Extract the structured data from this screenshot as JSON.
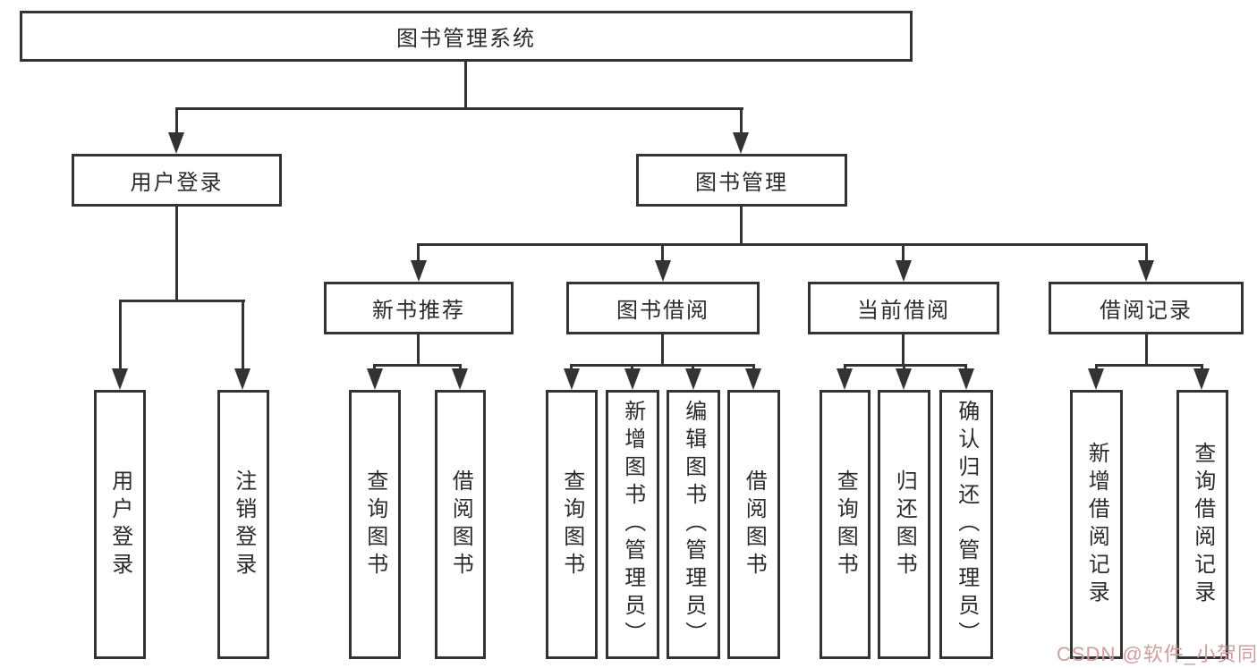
{
  "diagram": {
    "root": {
      "label": "图书管理系统"
    },
    "level1": [
      {
        "label": "用户登录"
      },
      {
        "label": "图书管理"
      }
    ],
    "level2": [
      {
        "label": "新书推荐"
      },
      {
        "label": "图书借阅"
      },
      {
        "label": "当前借阅"
      },
      {
        "label": "借阅记录"
      }
    ],
    "leaves": {
      "user_login": [
        "用户登录",
        "注销登录"
      ],
      "new_book": [
        "查询图书",
        "借阅图书"
      ],
      "book_borrow": [
        "查询图书",
        "新增图书（管理员）",
        "编辑图书（管理员）",
        "借阅图书"
      ],
      "current_borrow": [
        "查询图书",
        "归还图书",
        "确认归还（管理员）"
      ],
      "records": [
        "新增借阅记录",
        "查询借阅记录"
      ]
    },
    "watermark": "CSDN @软件_小贺同学",
    "colors": {
      "line": "#333333",
      "text": "#2b2b2b",
      "background": "#ffffff",
      "watermark": "#cf9e9e"
    }
  }
}
